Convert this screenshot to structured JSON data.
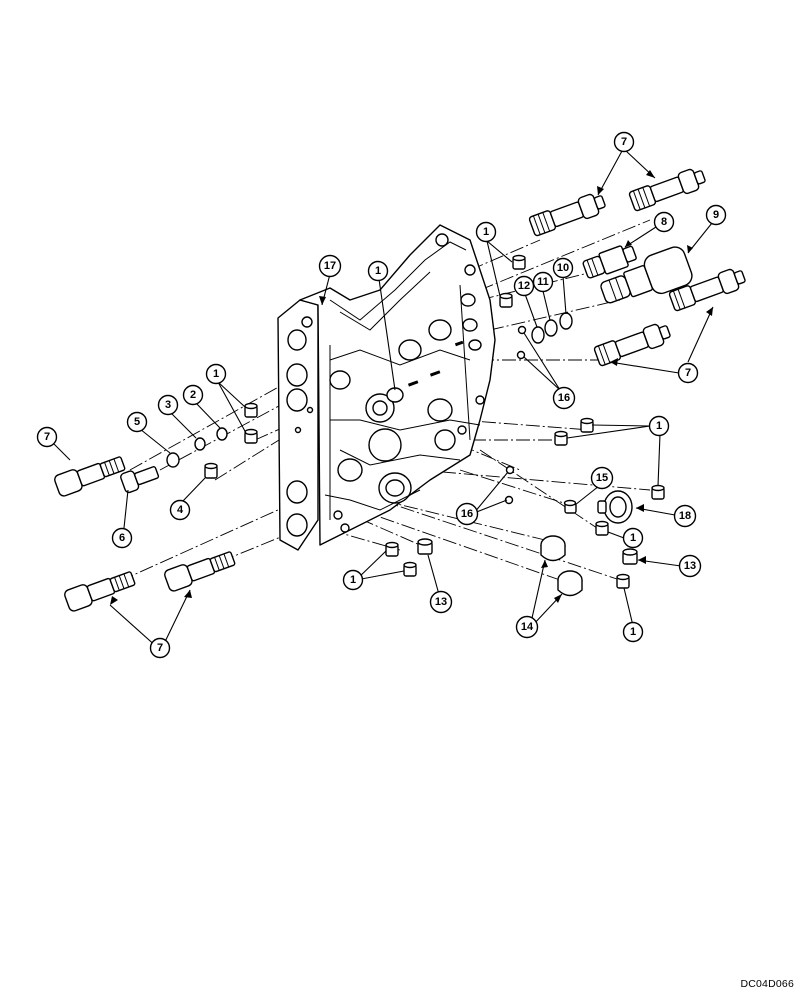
{
  "drawing_code": "DC04D066",
  "callouts": [
    {
      "id": "c7-top",
      "label": "7"
    },
    {
      "id": "c1-top",
      "label": "1"
    },
    {
      "id": "c8",
      "label": "8"
    },
    {
      "id": "c9",
      "label": "9"
    },
    {
      "id": "c17",
      "label": "17"
    },
    {
      "id": "c1-upper",
      "label": "1"
    },
    {
      "id": "c11",
      "label": "11"
    },
    {
      "id": "c10",
      "label": "10"
    },
    {
      "id": "c12",
      "label": "12"
    },
    {
      "id": "c16-upper",
      "label": "16"
    },
    {
      "id": "c7-right",
      "label": "7"
    },
    {
      "id": "c1-left",
      "label": "1"
    },
    {
      "id": "c3",
      "label": "3"
    },
    {
      "id": "c2",
      "label": "2"
    },
    {
      "id": "c5",
      "label": "5"
    },
    {
      "id": "c7-left",
      "label": "7"
    },
    {
      "id": "c1-right",
      "label": "1"
    },
    {
      "id": "c4",
      "label": "4"
    },
    {
      "id": "c6",
      "label": "6"
    },
    {
      "id": "c15",
      "label": "15"
    },
    {
      "id": "c16-lower",
      "label": "16"
    },
    {
      "id": "c18",
      "label": "18"
    },
    {
      "id": "c1-mid",
      "label": "1"
    },
    {
      "id": "c13-right",
      "label": "13"
    },
    {
      "id": "c1-bottom-left",
      "label": "1"
    },
    {
      "id": "c13-bottom",
      "label": "13"
    },
    {
      "id": "c14",
      "label": "14"
    },
    {
      "id": "c1-bottom-right",
      "label": "1"
    },
    {
      "id": "c7-bottom",
      "label": "7"
    }
  ]
}
